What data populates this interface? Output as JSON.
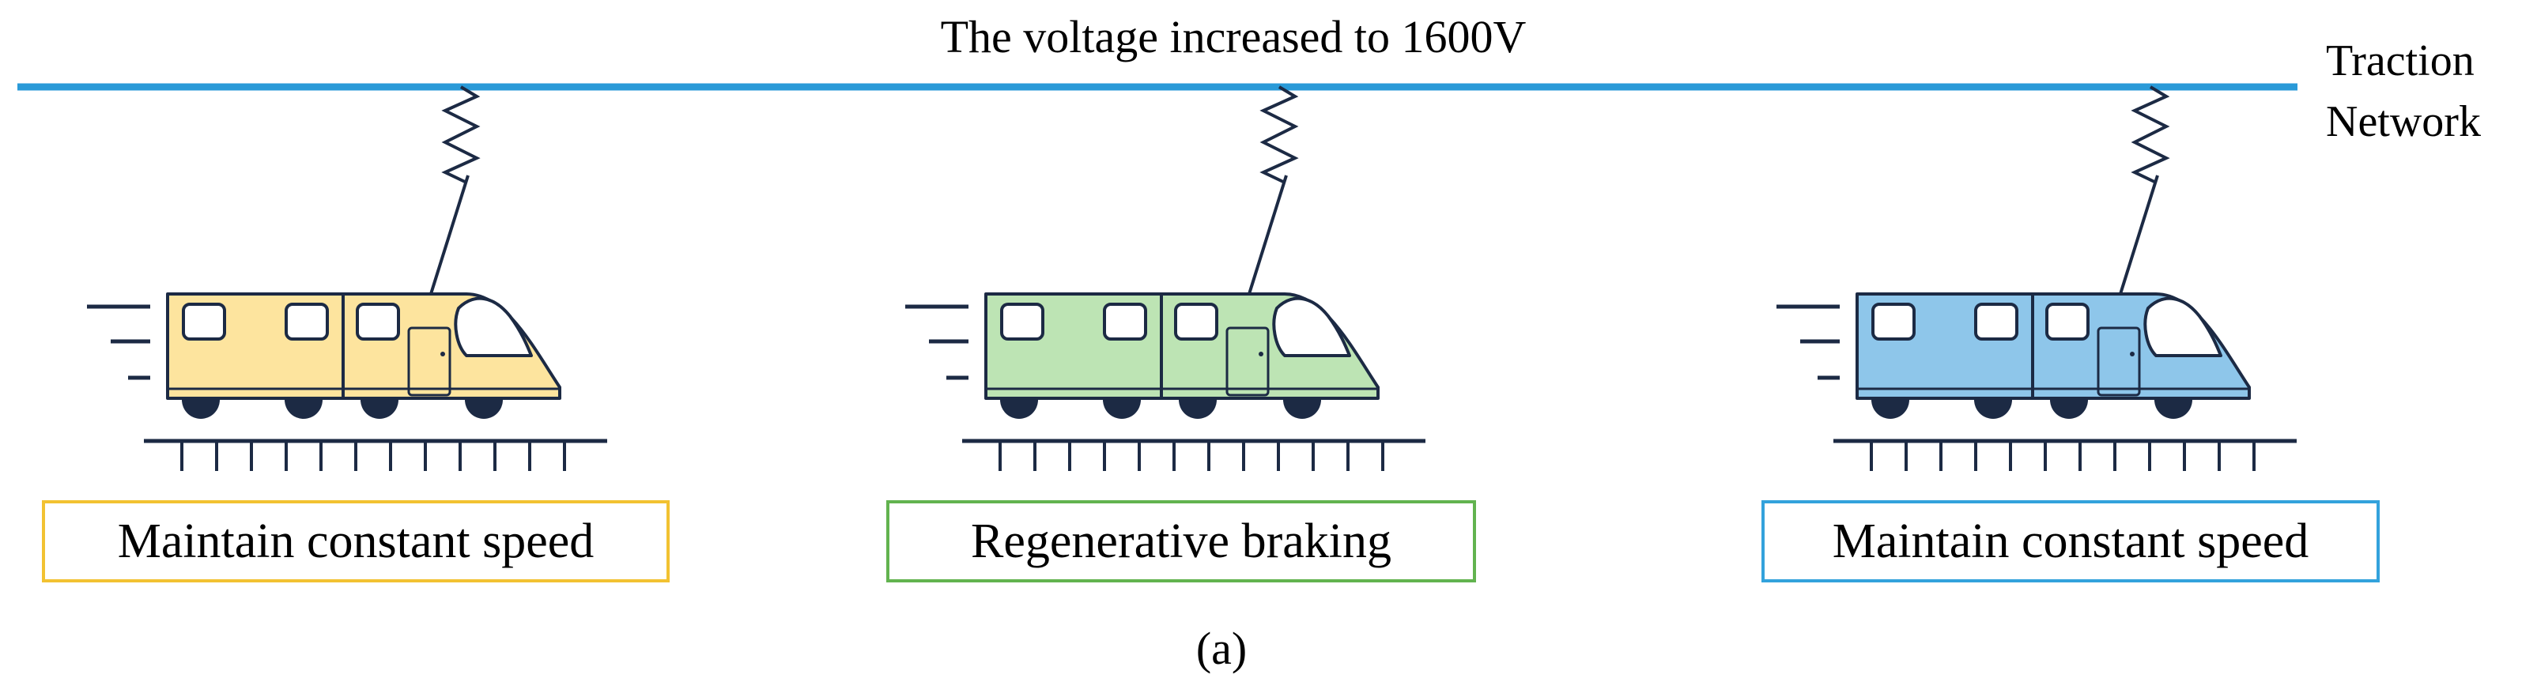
{
  "header": {
    "voltage_label": "The voltage increased to 1600V",
    "network_label_line1": "Traction",
    "network_label_line2": "Network"
  },
  "colors": {
    "network_line": "#2a9ad8",
    "outline": "#1c2a44",
    "window_fill": "#ffffff"
  },
  "trains": [
    {
      "status": "Maintain constant speed",
      "body_color": "#fde49e",
      "border_color": "#f2c232"
    },
    {
      "status": "Regenerative braking",
      "body_color": "#bde4b4",
      "border_color": "#62b34f"
    },
    {
      "status": "Maintain constant speed",
      "body_color": "#8ec6ea",
      "border_color": "#33a2dc"
    }
  ],
  "caption": "(a)"
}
